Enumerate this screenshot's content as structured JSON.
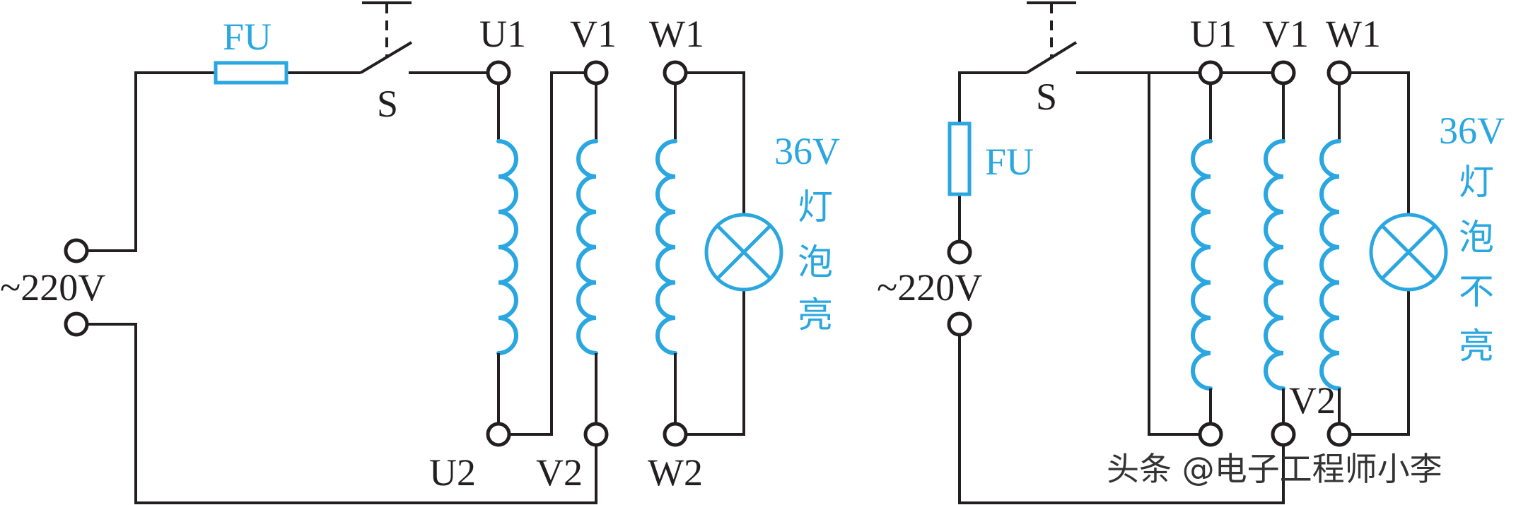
{
  "colors": {
    "wire": "#231f20",
    "accent": "#2aa7e0"
  },
  "left": {
    "fuse_label": "FU",
    "switch_label": "S",
    "supply_label": "~220V",
    "terminals_top": [
      "U1",
      "V1",
      "W1"
    ],
    "terminals_bottom": [
      "U2",
      "V2",
      "W2"
    ],
    "lamp_voltage": "36V",
    "lamp_text": [
      "灯",
      "泡",
      "亮"
    ]
  },
  "right": {
    "fuse_label": "FU",
    "switch_label": "S",
    "supply_label": "~220V",
    "terminals_top": [
      "U1",
      "V1",
      "W1"
    ],
    "terminal_bottom_label": "V2",
    "lamp_voltage": "36V",
    "lamp_text": [
      "灯",
      "泡",
      "不",
      "亮"
    ]
  },
  "watermark": "头条 @电子工程师小李"
}
